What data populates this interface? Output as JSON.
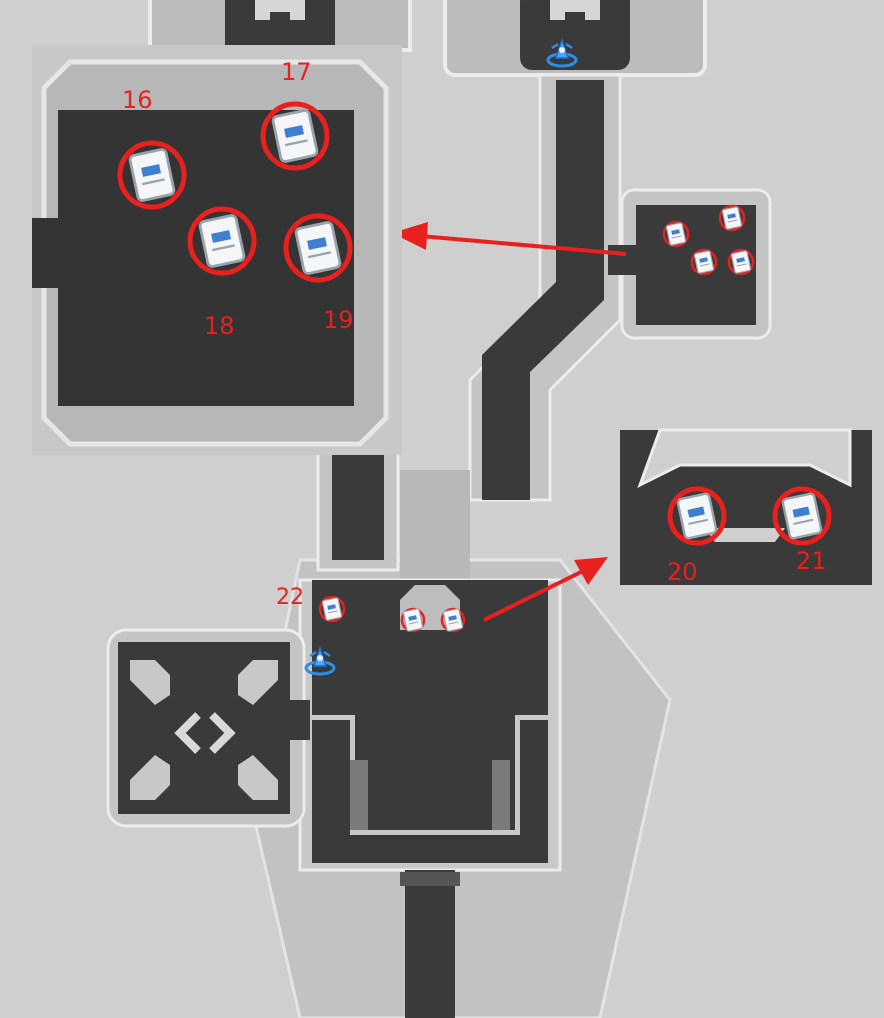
{
  "map": {
    "background_color": "#cfcfcf",
    "floor_color": "#3a3a3a",
    "wall_color": "#bdbdbd",
    "marker_color": "#e8201e",
    "teleporter_color": "#2f8fe8"
  },
  "markers": [
    {
      "id": "16",
      "label": "16",
      "icon": "note-icon"
    },
    {
      "id": "17",
      "label": "17",
      "icon": "note-icon"
    },
    {
      "id": "18",
      "label": "18",
      "icon": "note-icon"
    },
    {
      "id": "19",
      "label": "19",
      "icon": "note-icon"
    },
    {
      "id": "20",
      "label": "20",
      "icon": "note-icon"
    },
    {
      "id": "21",
      "label": "21",
      "icon": "note-icon"
    },
    {
      "id": "22",
      "label": "22",
      "icon": "note-icon"
    }
  ],
  "teleporters": [
    {
      "id": "north",
      "icon": "teleport-waypoint-icon"
    },
    {
      "id": "west",
      "icon": "teleport-waypoint-icon"
    }
  ]
}
